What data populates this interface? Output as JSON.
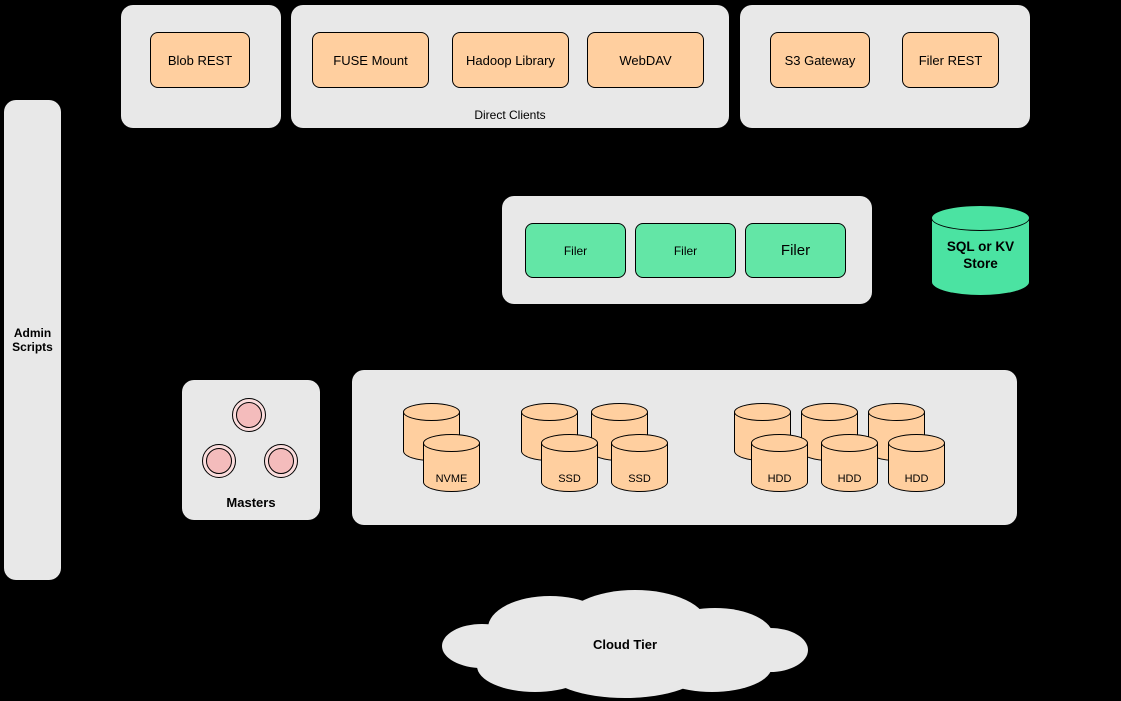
{
  "colors": {
    "background": "#000000",
    "container_gray": "#e8e8e8",
    "node_orange": "#ffcf9f",
    "node_green": "#63e6a6",
    "cylinder_green": "#4be3a2",
    "circle_pink_outer": "#fbdddd",
    "circle_pink_inner": "#f4bcbc",
    "border": "#000000"
  },
  "sidebar": {
    "label": "Admin\nScripts"
  },
  "top": {
    "blob_group": {
      "items": [
        {
          "label": "Blob REST"
        }
      ]
    },
    "direct_clients_group": {
      "caption": "Direct Clients",
      "items": [
        {
          "label": "FUSE Mount"
        },
        {
          "label": "Hadoop Library"
        },
        {
          "label": "WebDAV"
        }
      ]
    },
    "gateway_group": {
      "items": [
        {
          "label": "S3 Gateway"
        },
        {
          "label": "Filer REST"
        }
      ]
    }
  },
  "filer_group": {
    "items": [
      {
        "label": "Filer"
      },
      {
        "label": "Filer"
      },
      {
        "label": "Filer"
      }
    ]
  },
  "kv_store": {
    "label": "SQL or KV Store"
  },
  "masters": {
    "caption": "Masters"
  },
  "volume_servers": {
    "nvme": {
      "labels": [
        "NVME"
      ]
    },
    "ssd": {
      "labels": [
        "SSD",
        "SSD"
      ]
    },
    "hdd": {
      "labels": [
        "HDD",
        "HDD",
        "HDD"
      ]
    }
  },
  "cloud": {
    "label": "Cloud Tier"
  }
}
